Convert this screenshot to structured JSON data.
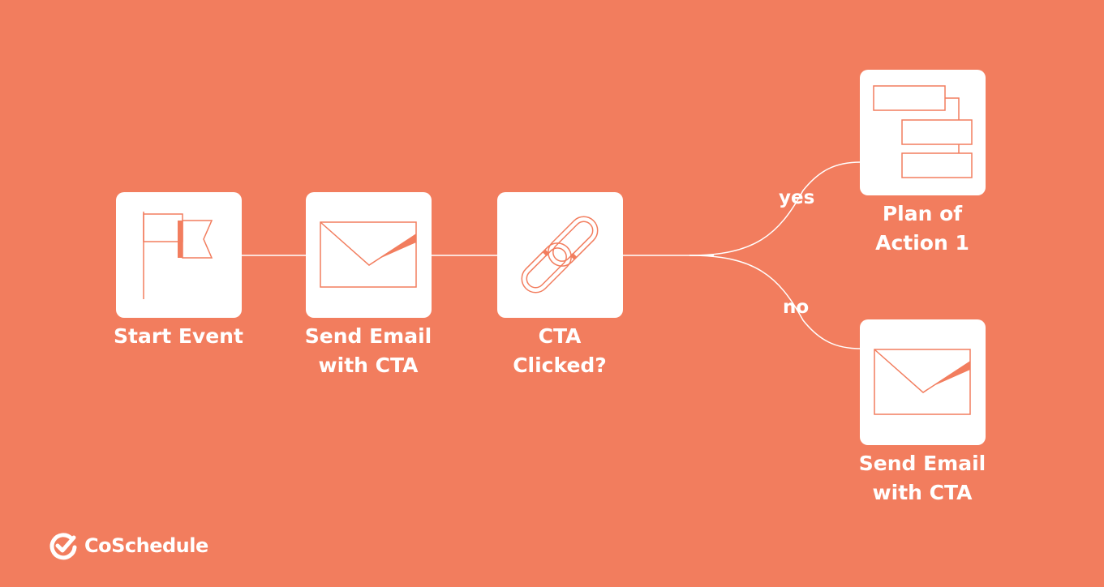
{
  "colors": {
    "background": "#F27D5E",
    "node_fill": "#FFFFFF",
    "icon_stroke": "#F27D5E",
    "text": "#FFFFFF"
  },
  "nodes": [
    {
      "id": "start-event",
      "icon": "flag-icon",
      "lines": [
        "Start Event"
      ]
    },
    {
      "id": "send-email-1",
      "icon": "envelope-icon",
      "lines": [
        "Send Email",
        "with CTA"
      ]
    },
    {
      "id": "cta-clicked",
      "icon": "link-icon",
      "lines": [
        "CTA",
        "Clicked?"
      ]
    },
    {
      "id": "plan-of-action",
      "icon": "gantt-icon",
      "lines": [
        "Plan of",
        "Action 1"
      ]
    },
    {
      "id": "send-email-2",
      "icon": "envelope-icon",
      "lines": [
        "Send Email",
        "with CTA"
      ]
    }
  ],
  "branches": {
    "yes": "yes",
    "no": "no"
  },
  "brand": {
    "name": "CoSchedule",
    "icon": "coschedule-check-icon"
  }
}
